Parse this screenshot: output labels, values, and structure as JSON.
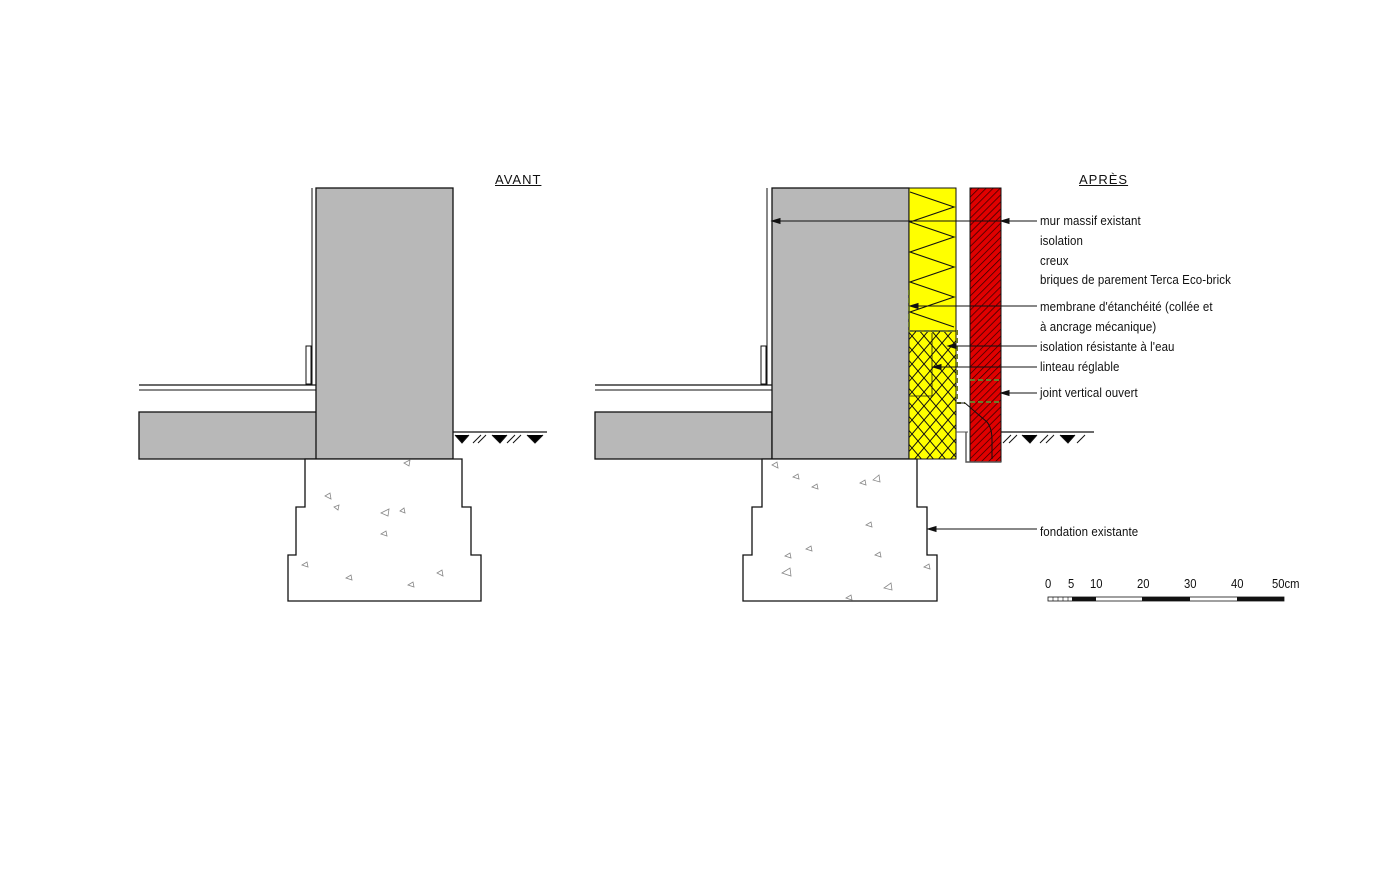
{
  "titles": {
    "before": "AVANT",
    "after": "APRÈS"
  },
  "labels": {
    "mur": "mur massif existant",
    "isolation": "isolation",
    "creux": "creux",
    "briques": "briques de parement Terca Eco-brick",
    "membrane_1": "membrane d'étanchéité (collée et",
    "membrane_2": "à ancrage mécanique)",
    "isolation_eau": "isolation résistante à l'eau",
    "linteau": "linteau réglable",
    "joint": "joint vertical ouvert",
    "fondation": "fondation existante"
  },
  "scale_bar": {
    "ticks": [
      "0",
      "5",
      "10",
      "20",
      "30",
      "40",
      "50cm"
    ],
    "unit": "cm"
  },
  "colors": {
    "wall": "#b8b8b8",
    "insulation": "#ffff00",
    "brick": "#e00000",
    "membrane": "#6b7a2a",
    "line": "#111111"
  }
}
